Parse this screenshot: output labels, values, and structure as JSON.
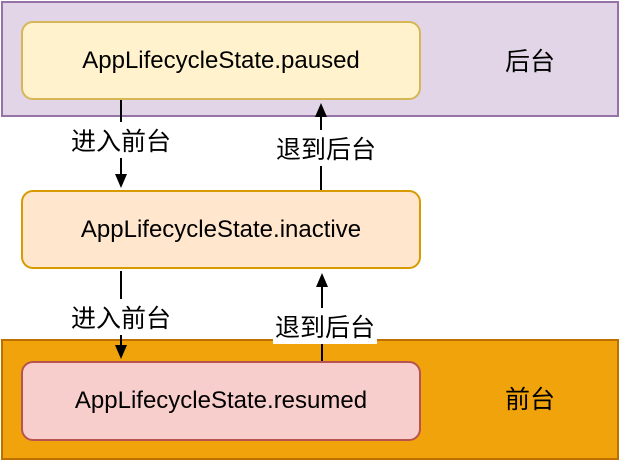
{
  "diagram": {
    "title": "Flutter AppLifecycleState diagram",
    "background_color": "#FFFFFF",
    "text_color": "#000000",
    "arrow_color": "#000000"
  },
  "bands": [
    {
      "id": "background",
      "label": "后台",
      "fill": "#E1D5E7",
      "stroke": "#9673A6"
    },
    {
      "id": "foreground",
      "label": "前台",
      "fill": "#F0A30A",
      "stroke": "#BD7000"
    }
  ],
  "nodes": [
    {
      "id": "paused",
      "label": "AppLifecycleState.paused",
      "fill": "#FFF2CC",
      "stroke": "#D6B656"
    },
    {
      "id": "inactive",
      "label": "AppLifecycleState.inactive",
      "fill": "#FFE6CC",
      "stroke": "#D79B00"
    },
    {
      "id": "resumed",
      "label": "AppLifecycleState.resumed",
      "fill": "#F8CECC",
      "stroke": "#B85450"
    }
  ],
  "edges": [
    {
      "from": "paused",
      "to": "inactive",
      "label": "进入前台",
      "direction": "down"
    },
    {
      "from": "inactive",
      "to": "paused",
      "label": "退到后台",
      "direction": "up"
    },
    {
      "from": "inactive",
      "to": "resumed",
      "label": "进入前台",
      "direction": "down"
    },
    {
      "from": "resumed",
      "to": "inactive",
      "label": "退到后台",
      "direction": "up"
    }
  ]
}
